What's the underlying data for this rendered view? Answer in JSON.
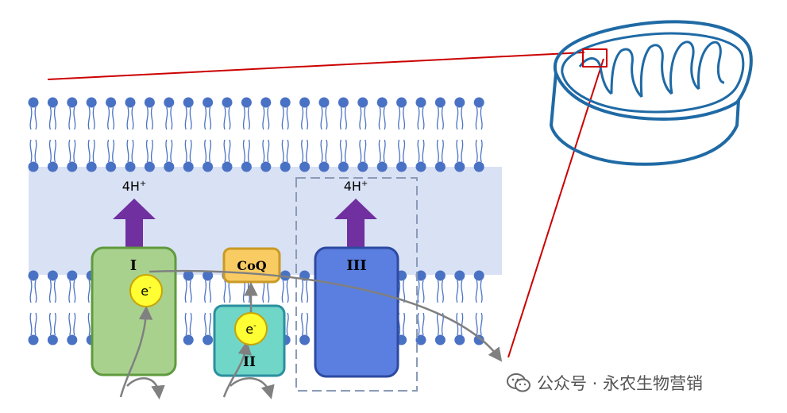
{
  "complexes": {
    "complex_I": {
      "label": "I"
    },
    "complex_II": {
      "label": "II"
    },
    "complex_III": {
      "label": "III"
    },
    "coq": {
      "label": "CoQ"
    }
  },
  "electrons": {
    "e1": {
      "base": "e",
      "sup": "-"
    },
    "e2": {
      "base": "e",
      "sup": "-"
    }
  },
  "protons": {
    "p1": {
      "base": "4H",
      "sup": "+"
    },
    "p2": {
      "base": "4H",
      "sup": "+"
    }
  },
  "watermark": {
    "text": "公众号 · 永农生物营销"
  },
  "colors": {
    "membrane_band": "#d9e1f5",
    "lipid": "#4a72c4",
    "complex_I_fill": "#a9d18e",
    "complex_II_fill": "#70d6c8",
    "complex_III_fill": "#5a7fe0",
    "coq_fill": "#f9cb63",
    "electron_fill": "#ffff33",
    "proton_arrow": "#7030a0",
    "zoom_line": "#cc0000",
    "mitochondrion": "#1f6aa5"
  }
}
